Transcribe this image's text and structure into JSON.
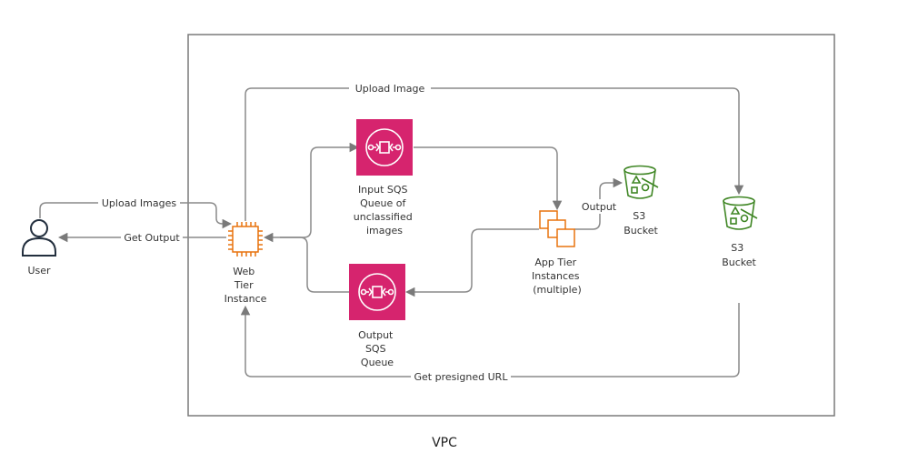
{
  "colors": {
    "arrow": "#8a8a8a",
    "vpc_border": "#7a7a7a",
    "sqs": "#d6246e",
    "ec2": "#e8730e",
    "s3": "#3f8624",
    "user": "#232f3e",
    "text": "#333333"
  },
  "vpc": {
    "label": "VPC"
  },
  "nodes": {
    "user": {
      "label": "User",
      "icon": "user-icon"
    },
    "web_tier": {
      "label_lines": [
        "Web",
        "Tier",
        "Instance"
      ],
      "icon": "ec2-instance-icon"
    },
    "input_queue": {
      "label_lines": [
        "Input SQS",
        "Queue of",
        "unclassified",
        "images"
      ],
      "icon": "sqs-queue-icon"
    },
    "output_queue": {
      "label_lines": [
        "Output",
        "SQS",
        "Queue"
      ],
      "icon": "sqs-queue-icon"
    },
    "app_tier": {
      "label_lines": [
        "App Tier",
        "Instances",
        "(multiple)"
      ],
      "icon": "ec2-instances-icon"
    },
    "s3_inner": {
      "label_lines": [
        "S3",
        "Bucket"
      ],
      "icon": "s3-bucket-icon"
    },
    "s3_outer": {
      "label_lines": [
        "S3",
        "Bucket"
      ],
      "icon": "s3-bucket-icon"
    }
  },
  "edges": {
    "upload_image": "Upload Image",
    "upload_images": "Upload Images",
    "get_output": "Get Output",
    "output": "Output",
    "get_presigned_url": "Get presigned URL"
  }
}
